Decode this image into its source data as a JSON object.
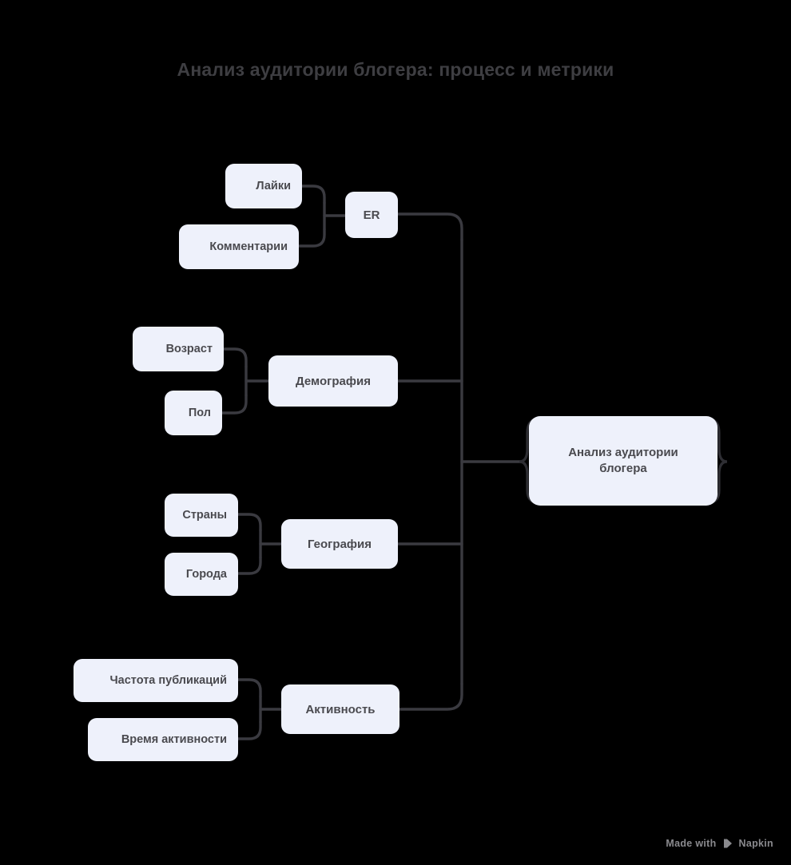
{
  "page": {
    "title": "Анализ аудитории блогера: процесс и метрики",
    "background_color": "#000000",
    "node_fill": "#eef1fb",
    "node_text_color": "#4a4a4f",
    "connector_color": "#3a3a40",
    "title_color": "#3e3e42"
  },
  "diagram": {
    "type": "mind-map",
    "root": {
      "label": "Анализ аудитории блогера"
    },
    "branches": [
      {
        "label": "ER",
        "children": [
          {
            "label": "Лайки"
          },
          {
            "label": "Комментарии"
          }
        ]
      },
      {
        "label": "Демография",
        "children": [
          {
            "label": "Возраст"
          },
          {
            "label": "Пол"
          }
        ]
      },
      {
        "label": "География",
        "children": [
          {
            "label": "Страны"
          },
          {
            "label": "Города"
          }
        ]
      },
      {
        "label": "Активность",
        "children": [
          {
            "label": "Частота публикаций"
          },
          {
            "label": "Время активности"
          }
        ]
      }
    ]
  },
  "watermark": {
    "prefix": "Made with",
    "brand": "Napkin",
    "icon": "napkin-logo-icon"
  }
}
